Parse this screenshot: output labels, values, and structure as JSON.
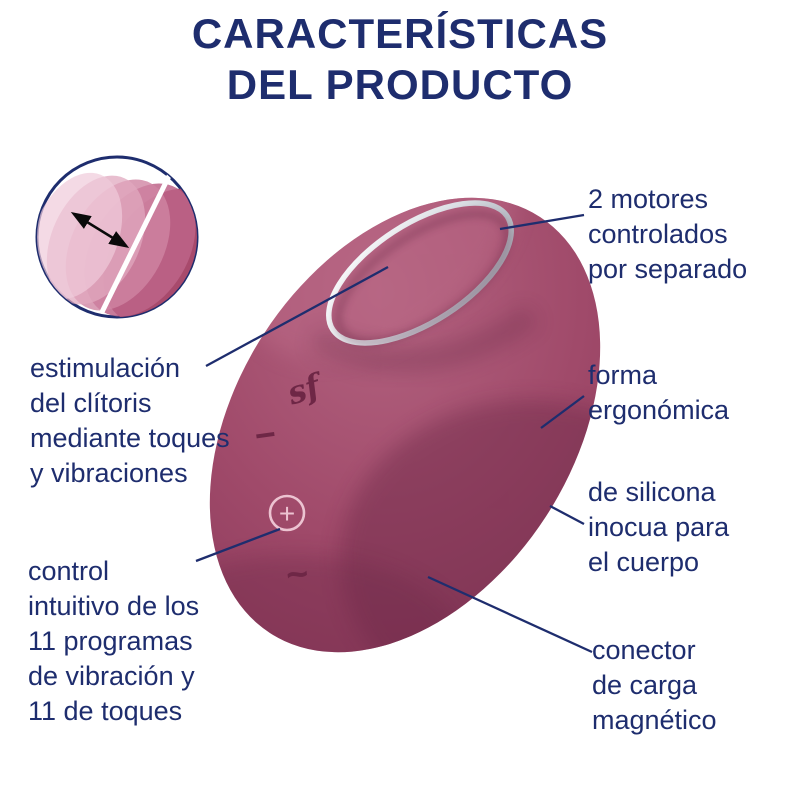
{
  "title": {
    "line1": "CARACTERÍSTICAS",
    "line2": "DEL PRODUCTO"
  },
  "labels": {
    "motors": {
      "lines": [
        "2 motores",
        "controlados",
        "por separado"
      ]
    },
    "ergonomic": {
      "lines": [
        "forma",
        "ergonómica"
      ]
    },
    "silicone": {
      "lines": [
        "de silicona",
        "inocua para",
        "el cuerpo"
      ]
    },
    "connector": {
      "lines": [
        "conector",
        "de carga",
        "magnético"
      ]
    },
    "stimulation": {
      "lines": [
        "estimulación",
        "del clítoris",
        "mediante toques",
        "y vibraciones"
      ]
    },
    "control": {
      "lines": [
        "control",
        "intuitivo de los",
        "11 programas",
        "de vibración y",
        "11 de toques"
      ]
    }
  },
  "product": {
    "buttons": {
      "logo": "sf",
      "minus": "−",
      "plus": "+",
      "wave": "~"
    }
  },
  "colors": {
    "text_navy": "#1e2d6e",
    "body_berry": "#9e4566",
    "body_dark": "#742c4c",
    "body_light": "#b36380",
    "silver_rim": "#d9dde3",
    "button_light_pink": "#ecc3d1",
    "arrow_black": "#0a0a0a"
  }
}
